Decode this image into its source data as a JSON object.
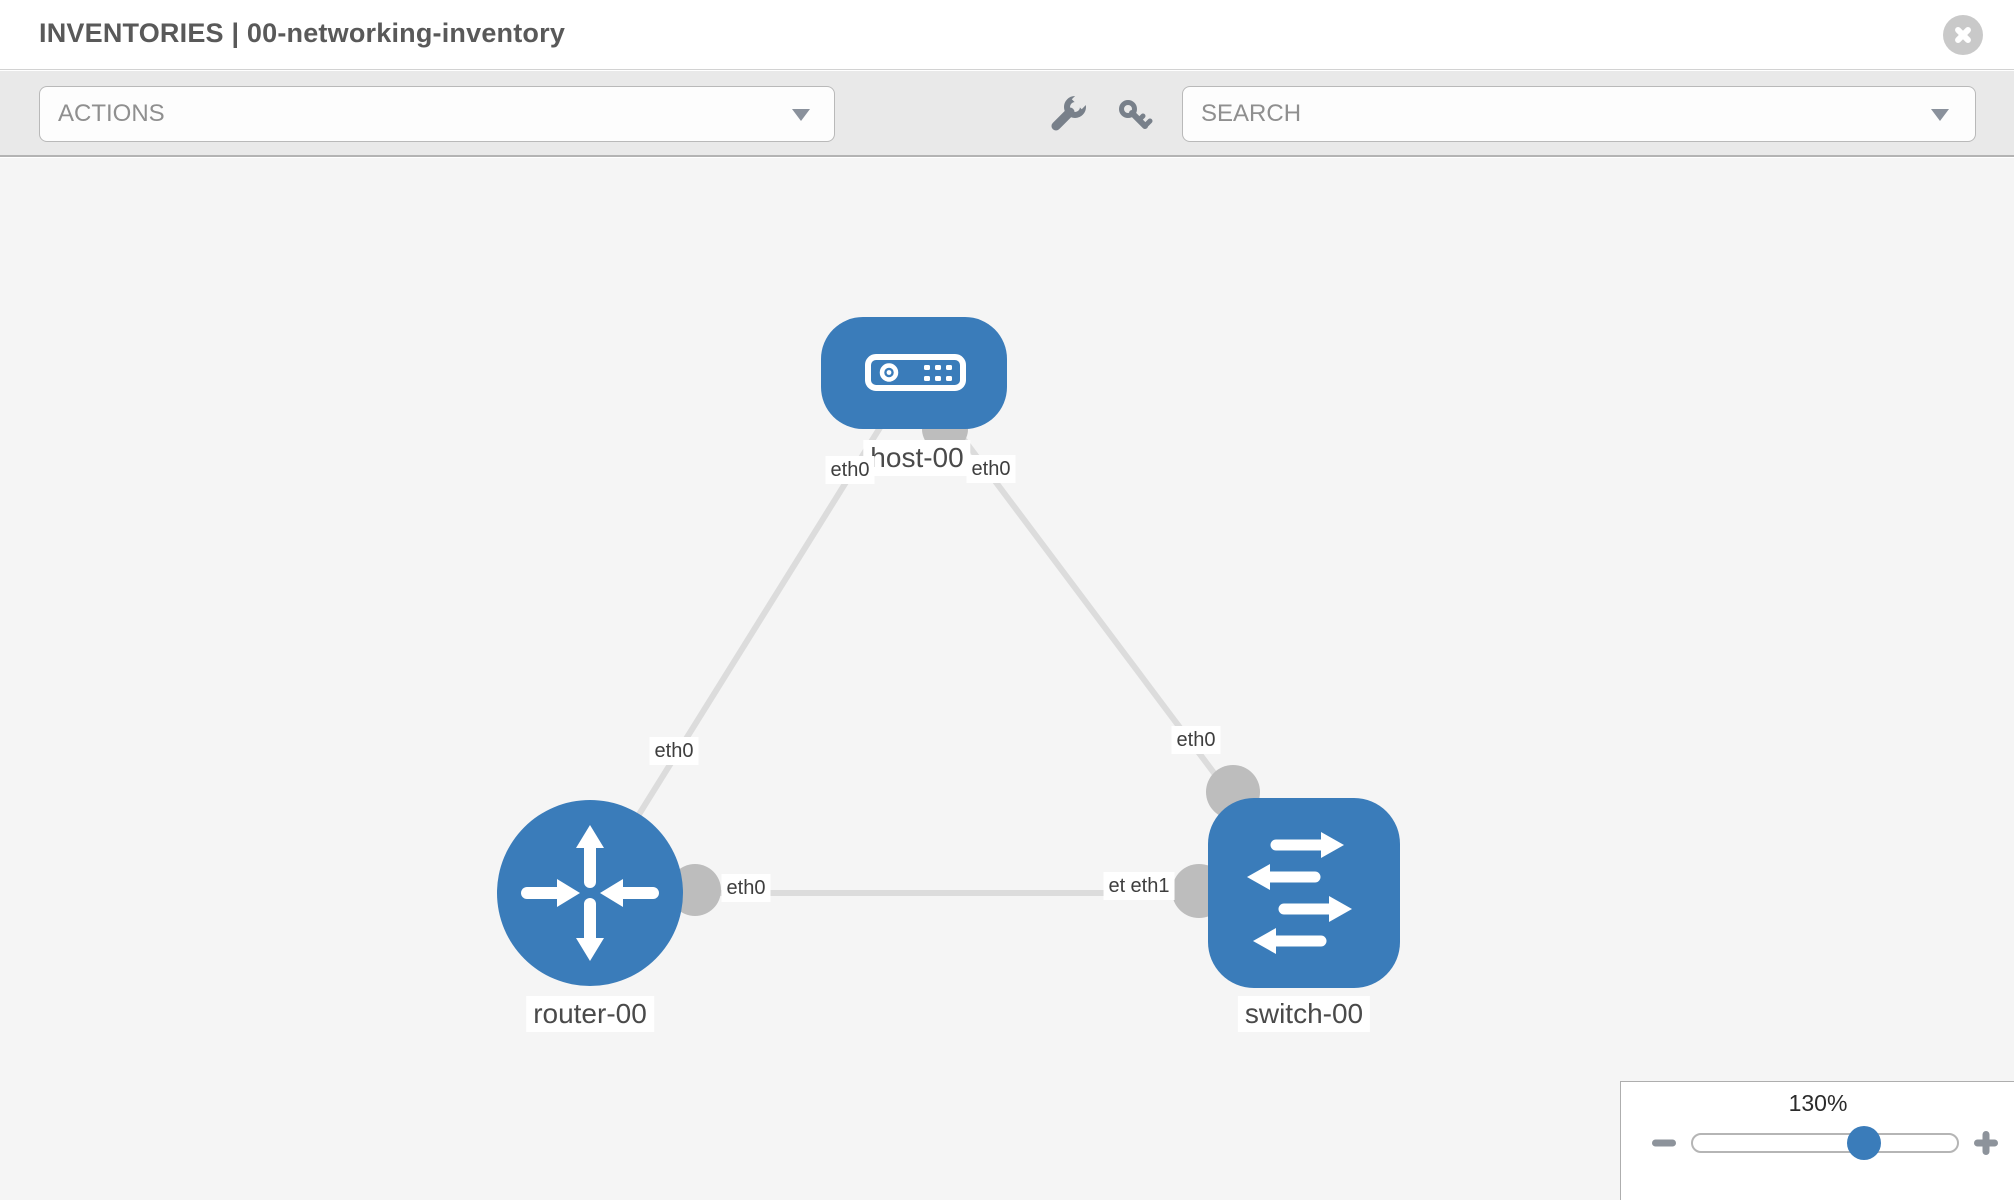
{
  "header": {
    "title": "INVENTORIES | 00-networking-inventory",
    "close_icon": "circle-x-icon"
  },
  "toolbar": {
    "actions_placeholder": "ACTIONS",
    "search_placeholder": "SEARCH",
    "icons": [
      "wrench-icon",
      "key-icon"
    ]
  },
  "topology": {
    "nodes": [
      {
        "id": "host-00",
        "label": "host-00",
        "type": "host",
        "shape": "rounded-rect",
        "icon": "server-icon"
      },
      {
        "id": "router-00",
        "label": "router-00",
        "type": "router",
        "shape": "circle",
        "icon": "router-arrows-icon"
      },
      {
        "id": "switch-00",
        "label": "switch-00",
        "type": "switch",
        "shape": "rounded-square",
        "icon": "switch-arrows-icon"
      }
    ],
    "links": [
      {
        "from": "host-00",
        "to": "router-00",
        "from_interface": "eth0",
        "to_interface": "eth0"
      },
      {
        "from": "host-00",
        "to": "switch-00",
        "from_interface": "eth0",
        "to_interface": "eth0"
      },
      {
        "from": "router-00",
        "to": "switch-00",
        "from_interface": "eth0",
        "to_interface": "eth1"
      }
    ],
    "interface_chips": {
      "host_left": "eth0",
      "host_right": "eth0",
      "above_router": "eth0",
      "above_switch": "eth0",
      "right_of_router": "eth0",
      "left_of_switch_hidden": "eth0",
      "left_of_switch": "eth1"
    },
    "colors": {
      "node_blue": "#3a7cba",
      "link_gray": "#dcdcdc",
      "endpoint_gray": "#bdbdbd"
    }
  },
  "zoom_control": {
    "level": "130%",
    "minus_icon": "minus-icon",
    "plus_icon": "plus-icon",
    "slider_percent": 65
  }
}
